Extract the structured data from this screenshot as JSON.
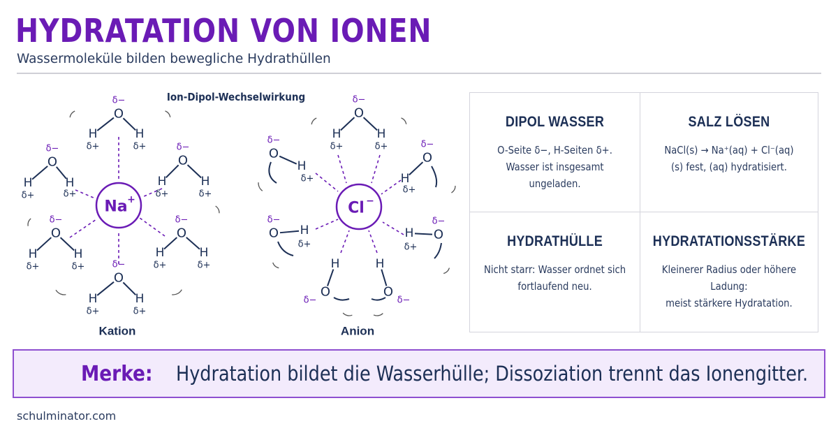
{
  "header": {
    "title": "HYDRATATION VON IONEN",
    "subtitle": "Wassermoleküle bilden bewegliche Hydrathüllen"
  },
  "diagram": {
    "heading": "Ion-Dipol-Wechselwirkung",
    "cation": {
      "symbol": "Na",
      "charge": "+",
      "caption": "Kation"
    },
    "anion": {
      "symbol": "Cl",
      "charge": "−",
      "caption": "Anion"
    },
    "atoms": {
      "oxygen": "O",
      "hydrogen": "H"
    },
    "partial": {
      "negative": "δ−",
      "positive": "δ+"
    },
    "colors": {
      "accent": "#6a1bb5",
      "navy": "#1c2f55"
    }
  },
  "cards": [
    {
      "title": "DIPOL WASSER",
      "lines": [
        "O-Seite δ−, H-Seiten δ+.",
        "Wasser ist insgesamt ungeladen."
      ]
    },
    {
      "title": "SALZ LÖSEN",
      "lines": [
        "NaCl(s) → Na⁺(aq) + Cl⁻(aq)",
        "(s) fest, (aq) hydratisiert."
      ]
    },
    {
      "title": "HYDRATHÜLLE",
      "lines": [
        "Nicht starr: Wasser ordnet sich",
        "fortlaufend neu."
      ]
    },
    {
      "title": "HYDRATATIONSSTÄRKE",
      "lines": [
        "Kleinerer Radius oder höhere Ladung:",
        "meist stärkere Hydratation."
      ]
    }
  ],
  "merke": {
    "label": "Merke:",
    "text": "Hydratation bildet die Wasserhülle; Dissoziation trennt das Ionengitter."
  },
  "footer": {
    "site": "schulminator.com"
  }
}
